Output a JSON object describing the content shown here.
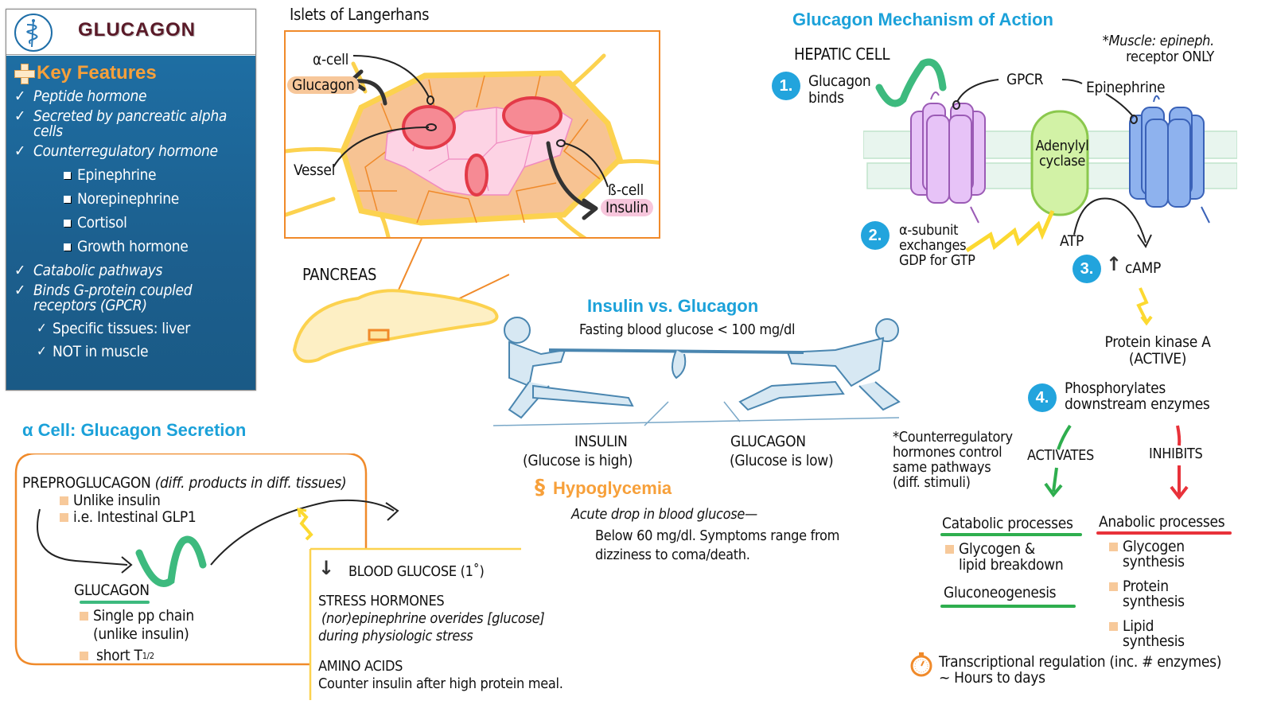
{
  "card": {
    "title": "GLUCAGON",
    "logo": "caduceus-icon",
    "section_title": "Key Features",
    "items": [
      {
        "type": "check",
        "text": "Peptide hormone"
      },
      {
        "type": "check",
        "text": "Secreted by pancreatic alpha cells"
      },
      {
        "type": "check",
        "text": "Counterregulatory hormone"
      },
      {
        "type": "sub",
        "text": "Epinephrine"
      },
      {
        "type": "sub",
        "text": "Norepinephrine"
      },
      {
        "type": "sub",
        "text": "Cortisol"
      },
      {
        "type": "sub",
        "text": "Growth hormone"
      },
      {
        "type": "check",
        "text": "Catabolic pathways"
      },
      {
        "type": "check",
        "text": "Binds G-protein coupled receptors (GPCR)"
      },
      {
        "type": "sub-check",
        "text": "Specific tissues: liver"
      },
      {
        "type": "sub-check",
        "text": "NOT in muscle"
      }
    ]
  },
  "islets": {
    "title": "Islets of Langerhans",
    "alpha_cell": "α-cell",
    "glucagon": "Glucagon",
    "vessel": "Vessel",
    "beta_cell": "ß-cell",
    "insulin": "Insulin",
    "pancreas": "PANCREAS"
  },
  "mechanism": {
    "title": "Glucagon Mechanism of Action",
    "cell": "HEPATIC CELL",
    "muscle_note_1": "*Muscle: epineph.",
    "muscle_note_2": "receptor ONLY",
    "gpcr": "GPCR",
    "epinephrine": "Epinephrine",
    "adenylyl_1": "Adenylyl",
    "adenylyl_2": "cyclase",
    "atp": "ATP",
    "camp": "cAMP",
    "pka_1": "Protein kinase A",
    "pka_2": "(ACTIVE)",
    "steps": [
      {
        "num": "1.",
        "line1": "Glucagon",
        "line2": "binds"
      },
      {
        "num": "2.",
        "line1": "α-subunit",
        "line2": "exchanges",
        "line3": "GDP for GTP"
      },
      {
        "num": "3."
      },
      {
        "num": "4.",
        "line1": "Phosphorylates",
        "line2": "downstream enzymes"
      }
    ],
    "counter_note": [
      "*Counterregulatory",
      "hormones control",
      "same pathways",
      "(diff. stimuli)"
    ],
    "activates": "ACTIVATES",
    "inhibits": "INHIBITS",
    "catabolic": {
      "title": "Catabolic processes",
      "item": "Glycogen & lipid breakdown",
      "gluco": "Gluconeogenesis"
    },
    "anabolic": {
      "title": "Anabolic processes",
      "items": [
        "Glycogen synthesis",
        "Protein synthesis",
        "Lipid synthesis"
      ]
    },
    "transcription_1": "Transcriptional regulation (inc. # enzymes)",
    "transcription_2": "~ Hours to days",
    "colors": {
      "step": "#22a4dd",
      "activates": "#2eae4e",
      "inhibits": "#e8323a"
    }
  },
  "versus": {
    "title": "Insulin vs. Glucagon",
    "fasting": "Fasting blood glucose < 100 mg/dl",
    "insulin": "INSULIN",
    "insulin_sub": "(Glucose is high)",
    "glucagon": "GLUCAGON",
    "glucagon_sub": "(Glucose is low)"
  },
  "hypo": {
    "title": "Hypoglycemia",
    "line1": "Acute drop in blood glucose—",
    "line2": "Below 60 mg/dl. Symptoms range from",
    "line3": "dizziness to coma/death."
  },
  "secretion": {
    "title": "Cell: Glucagon Secretion",
    "alpha": "α",
    "prepro": "PREPROGLUCAGON",
    "prepro_note": "(diff. products in diff. tissues)",
    "prepro_items": [
      "Unlike insulin",
      "i.e. Intestinal GLP1"
    ],
    "glucagon": "GLUCAGON",
    "glucagon_items": [
      "Single pp chain",
      "(unlike insulin)"
    ],
    "short": "short T",
    "short_sub": "1/2",
    "blood": "BLOOD GLUCOSE (1˚)",
    "stress": "STRESS HORMONES",
    "stress_1": "(nor)epinephrine overides [glucose]",
    "stress_2": "during physiologic stress",
    "amino": "AMINO ACIDS",
    "amino_1": "Counter insulin after high protein meal."
  }
}
